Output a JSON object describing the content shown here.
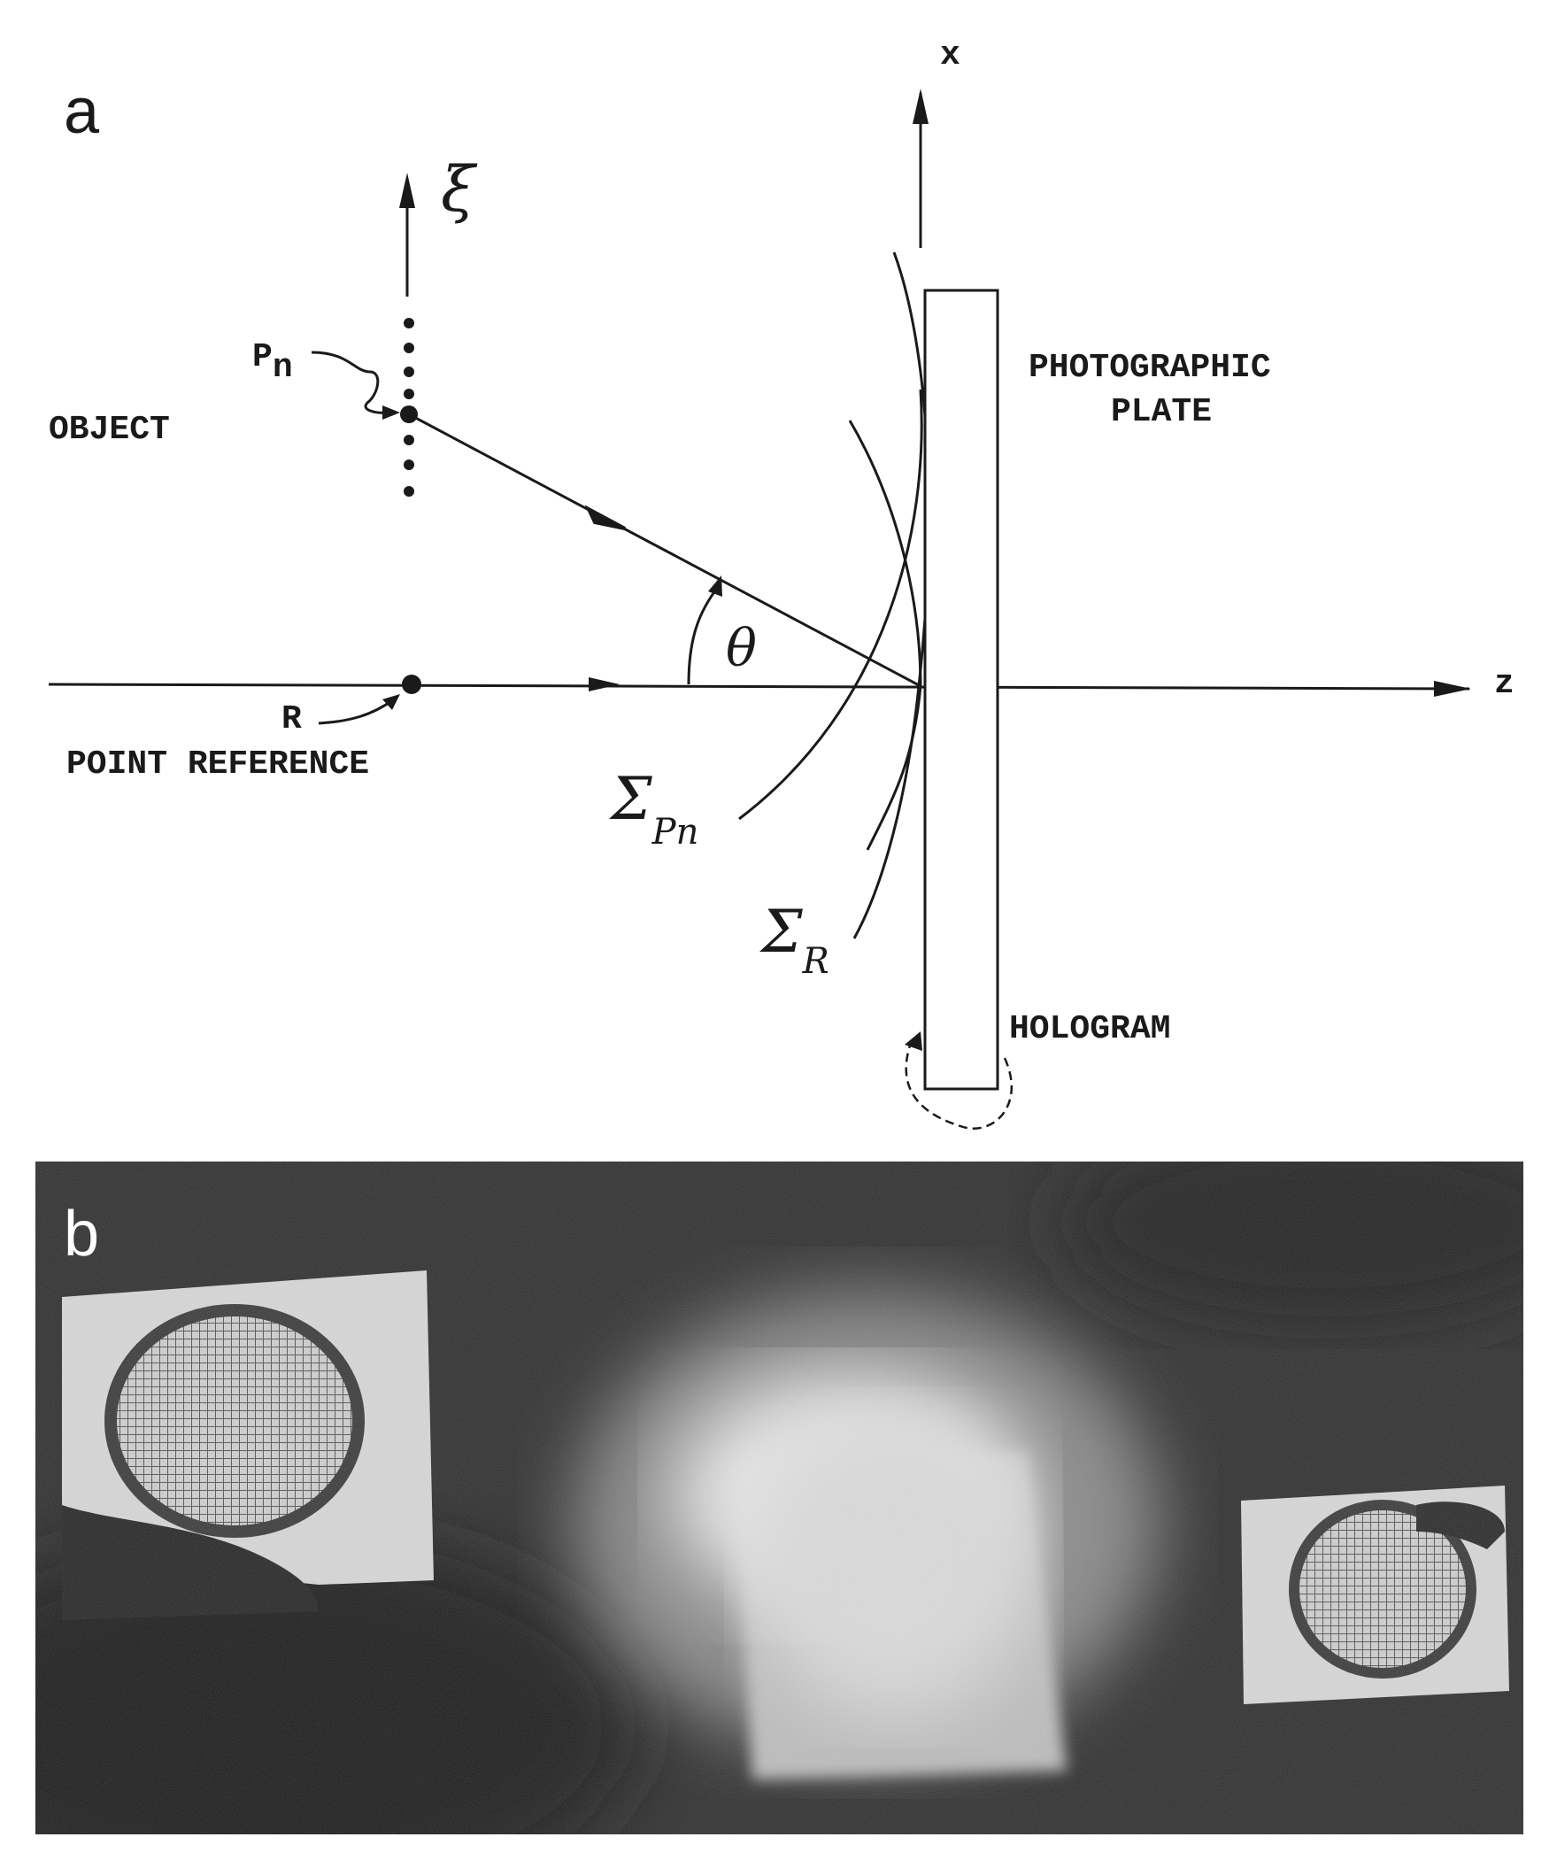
{
  "panel_a": {
    "label": "a",
    "axis_x": "x",
    "axis_z": "z",
    "axis_xi": "ξ",
    "object": "OBJECT",
    "point_pn": "P",
    "point_pn_sub": "n",
    "point_r": "R",
    "point_reference": "POINT REFERENCE",
    "angle": "θ",
    "sigma": "Σ",
    "sigma_pn_sub": "Pn",
    "sigma_r_sub": "R",
    "plate_line1": "PHOTOGRAPHIC",
    "plate_line2": "PLATE",
    "hologram": "HOLOGRAM"
  },
  "panel_b": {
    "label": "b"
  },
  "colors": {
    "ink": "#1a1a1a",
    "photo_bg": "#2e2e2e"
  }
}
